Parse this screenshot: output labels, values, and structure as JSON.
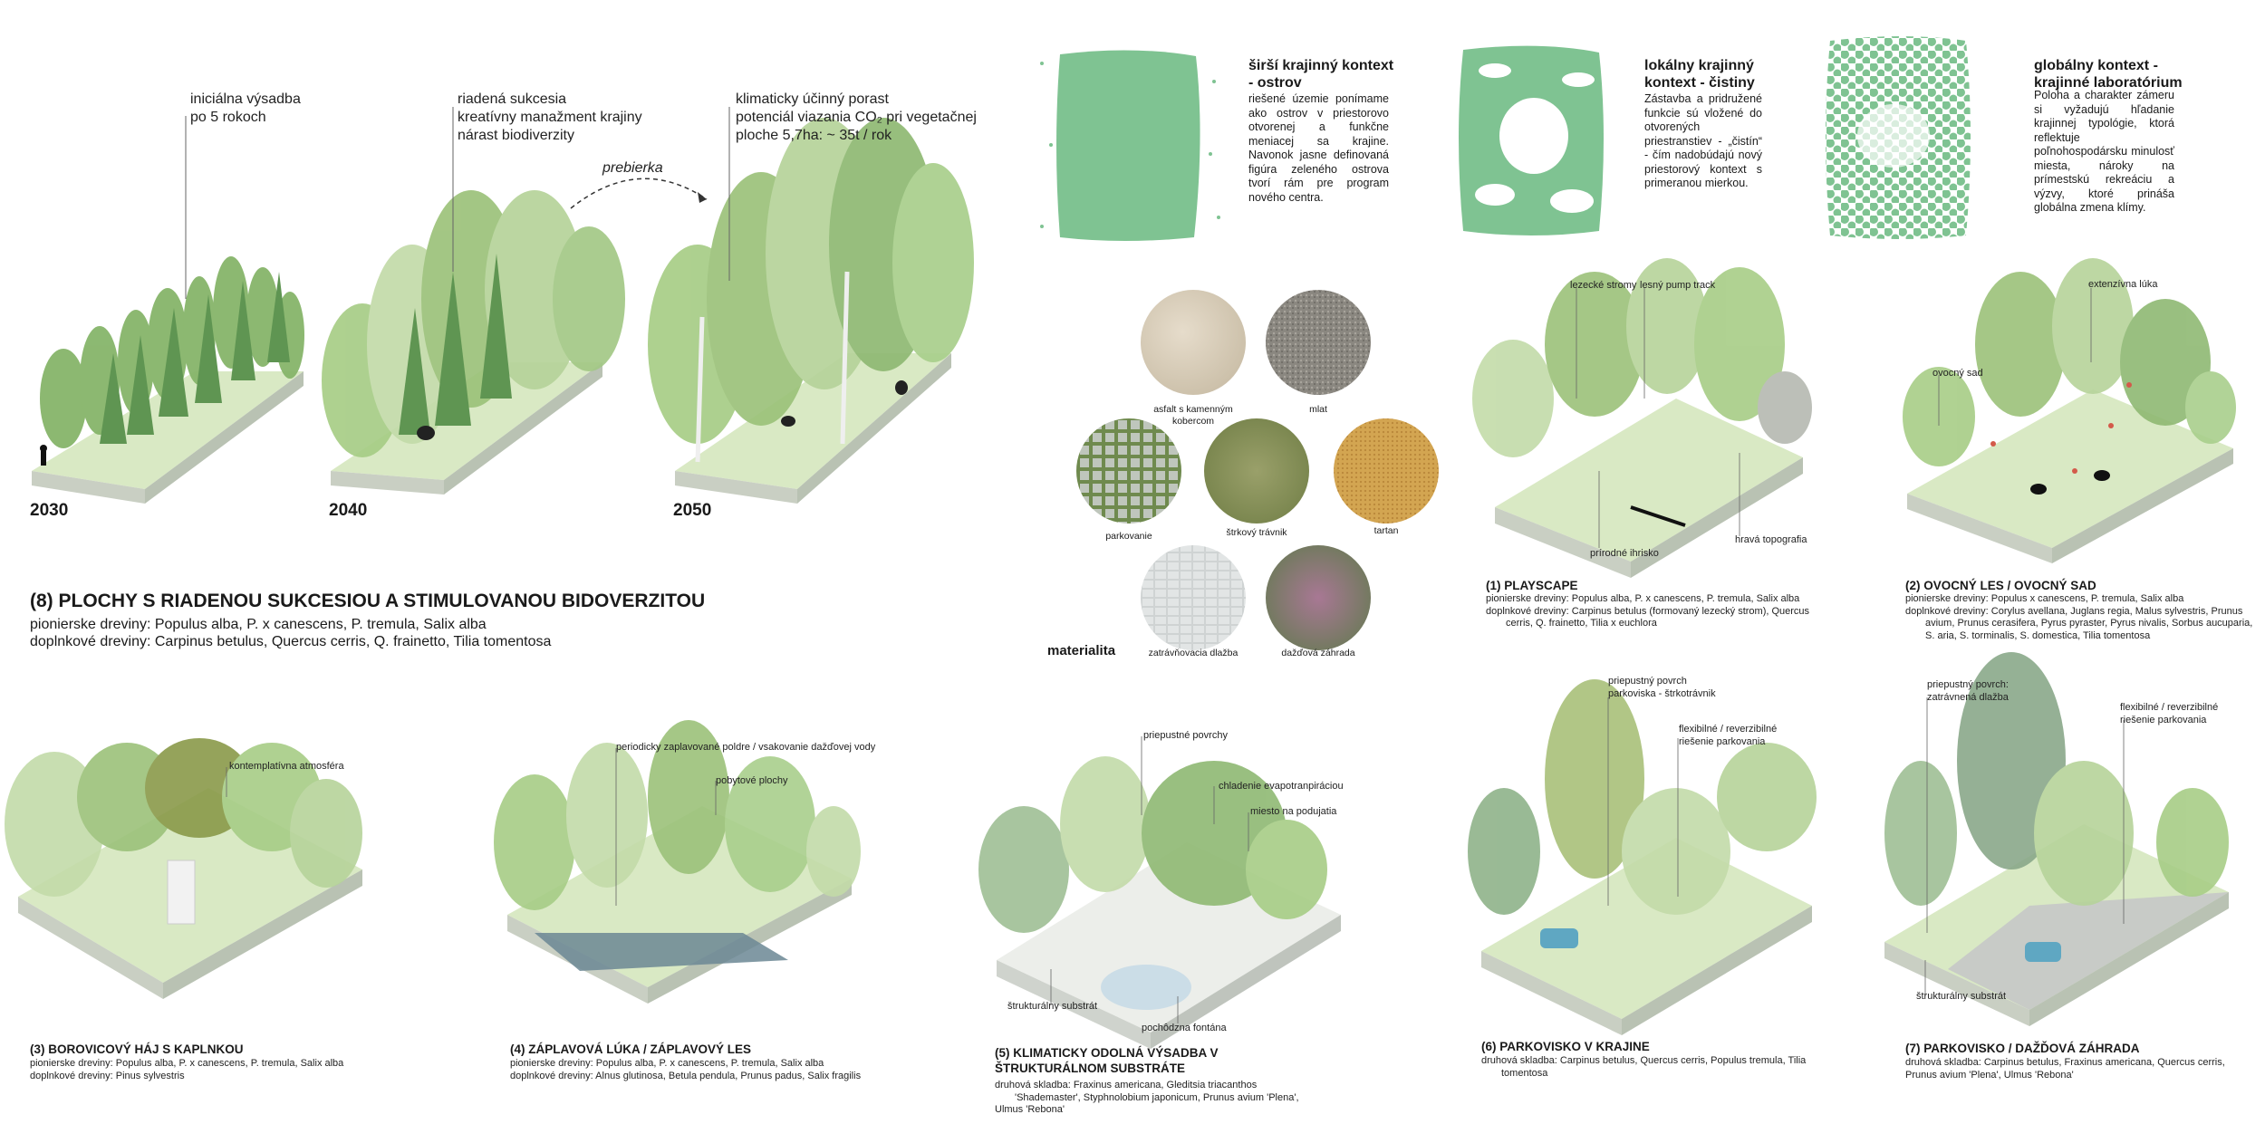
{
  "colors": {
    "foliage_light": "#c9dfb0",
    "foliage_mid": "#9cc27a",
    "foliage_dark": "#6f9a5a",
    "ground": "#d9e9c4",
    "platform_side": "#bfc9b8",
    "pattern": "#7fc392",
    "water": "#6b8794",
    "leader": "#555555"
  },
  "succession": {
    "stages": [
      {
        "year": "2030",
        "lines": [
          "iniciálna výsadba",
          "po 5 rokoch"
        ]
      },
      {
        "year": "2040",
        "lines": [
          "riadená sukcesia",
          "kreatívny manažment krajiny",
          "nárast biodiverzity"
        ]
      },
      {
        "year": "2050",
        "lines": [
          "klimaticky účinný porast",
          "potenciál viazania CO₂ pri vegetačnej",
          "ploche 5,7ha: ~ 35t / rok"
        ]
      }
    ],
    "arrow_label": "prebierka",
    "title": "(8) PLOCHY S RIADENOU SUKCESIOU A STIMULOVANOU BIDOVERZITOU",
    "line1": "pionierske dreviny: Populus alba, P. x canescens, P. tremula, Salix alba",
    "line2": "doplnkové dreviny: Carpinus betulus, Quercus cerris, Q. frainetto, Tilia tomentosa"
  },
  "contexts": [
    {
      "title": [
        "širší krajinný kontext",
        "- ostrov"
      ],
      "body": "riešené územie ponímame ako ostrov v priestorovo otvorenej a funkčne meniacej sa krajine. Navonok jasne definovaná figúra zeleného ostrova tvorí rám pre program nového centra."
    },
    {
      "title": [
        "lokálny krajinný",
        "kontext - čistiny"
      ],
      "body": "Zástavba a pridružené funkcie sú vložené do otvorených priestranstiev - „čistín“ - čím nadobúdajú nový priestorový kontext s primeranou mierkou."
    },
    {
      "title": [
        "globálny kontext -",
        "krajinné laboratórium"
      ],
      "body": "Poloha a charakter zámeru si vyžadujú hľadanie krajinnej typológie, ktorá reflektuje poľnohospodársku minulosť miesta, nároky na prímestskú rekreáciu a výzvy, ktoré prináša globálna zmena klímy."
    }
  ],
  "materials": {
    "title": "materialita",
    "items": [
      {
        "label": [
          "asfalt s kamenným",
          "kobercom"
        ]
      },
      {
        "label": [
          "mlat"
        ]
      },
      {
        "label": [
          "parkovanie"
        ]
      },
      {
        "label": [
          "štrkový trávnik"
        ]
      },
      {
        "label": [
          "tartan"
        ]
      },
      {
        "label": [
          "zatrávňovacia dlažba"
        ]
      },
      {
        "label": [
          "dažďová záhrada"
        ]
      }
    ]
  },
  "modules": [
    {
      "title": "(1) PLAYSCAPE",
      "labels": [
        "lezecké stromy",
        "lesný pump track",
        "prírodné ihrisko",
        "hravá topografia"
      ],
      "lines": [
        "pionierske dreviny: Populus alba, P. x canescens, P. tremula, Salix alba",
        "doplnkové dreviny: Carpinus betulus (formovaný lezecký strom), Quercus",
        "cerris, Q. frainetto, Tilia x euchlora"
      ]
    },
    {
      "title": "(2) OVOCNÝ LES / OVOCNÝ SAD",
      "labels": [
        "extenzívna lúka",
        "ovocný sad"
      ],
      "lines": [
        "pionierske dreviny: Populus x canescens, P. tremula, Salix alba",
        "doplnkové dreviny: Corylus avellana, Juglans regia, Malus sylvestris, Prunus",
        "avium, Prunus cerasifera, Pyrus pyraster, Pyrus nivalis, Sorbus aucuparia,",
        "S. aria, S. torminalis, S. domestica, Tilia tomentosa"
      ]
    },
    {
      "title": "(3) BOROVICOVÝ HÁJ S KAPLNKOU",
      "labels": [
        "kontemplatívna atmosféra"
      ],
      "lines": [
        "pionierske dreviny: Populus alba, P. x canescens, P. tremula, Salix alba",
        "doplnkové dreviny: Pinus sylvestris"
      ]
    },
    {
      "title": "(4) ZÁPLAVOVÁ LÚKA / ZÁPLAVOVÝ LES",
      "labels": [
        "periodicky zaplavované poldre / vsakovanie dažďovej vody",
        "pobytové plochy"
      ],
      "lines": [
        "pionierske dreviny: Populus alba, P. x canescens, P. tremula, Salix alba",
        "doplnkové dreviny: Alnus glutinosa, Betula pendula, Prunus padus, Salix fragilis"
      ]
    },
    {
      "title": "(5) KLIMATICKY ODOLNÁ VÝSADBA V",
      "title2": "ŠTRUKTURÁLNOM SUBSTRÁTE",
      "labels": [
        "priepustné povrchy",
        "chladenie evapotranpiráciou",
        "miesto na podujatia",
        "štrukturálny substrát",
        "pochôdzna fontána"
      ],
      "lines": [
        "druhová skladba: Fraxinus americana, Gleditsia triacanthos",
        "'Shademaster', Styphnolobium japonicum, Prunus avium 'Plena',",
        "Ulmus 'Rebona'"
      ]
    },
    {
      "title": "(6) PARKOVISKO V KRAJINE",
      "labels": [
        "priepustný povrch",
        "parkoviska - štrkotrávnik",
        "flexibilné / reverzibilné",
        "riešenie parkovania"
      ],
      "lines": [
        "druhová skladba: Carpinus betulus, Quercus cerris, Populus tremula, Tilia",
        "tomentosa"
      ]
    },
    {
      "title": "(7) PARKOVISKO / DAŽĎOVÁ ZÁHRADA",
      "labels": [
        "priepustný povrch:",
        "zatrávnená dlažba",
        "flexibilné / reverzibilné",
        "riešenie parkovania",
        "štrukturálny substrát"
      ],
      "lines": [
        "druhová skladba: Carpinus betulus, Fraxinus americana, Quercus cerris,",
        "Prunus avium 'Plena', Ulmus 'Rebona'"
      ]
    }
  ]
}
